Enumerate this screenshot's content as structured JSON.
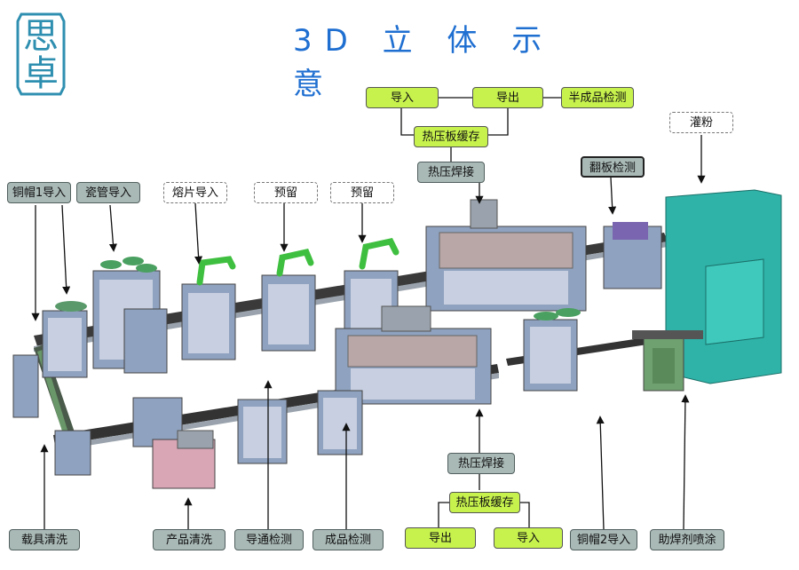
{
  "title": "3D 立 体 示 意",
  "logo": {
    "text": "思卓"
  },
  "labels": {
    "top_import": "导入",
    "top_export": "导出",
    "semi_inspect": "半成品检测",
    "top_buffer": "热压板缓存",
    "top_weld": "热压焊接",
    "flip_inspect": "翻板检测",
    "powder_fill": "灌粉",
    "cap1_import": "铜帽1导入",
    "tube_import": "瓷管导入",
    "fuse_import": "熔片导入",
    "reserve1": "预留",
    "reserve2": "预留",
    "carrier_wash": "载具清洗",
    "product_wash": "产品清洗",
    "continuity_inspect": "导通检测",
    "final_inspect": "成品检测",
    "bottom_weld": "热压焊接",
    "bottom_buffer": "热压板缓存",
    "bottom_export": "导出",
    "bottom_import": "导入",
    "cap2_import": "铜帽2导入",
    "flux_spray": "助焊剂喷涂"
  },
  "colors": {
    "title": "#1f6fd1",
    "gray_tag": "#a9b9b6",
    "lime_tag": "#c7f24d",
    "machine_frame": "#8fa2bf",
    "machine_panel": "#c7cfe0",
    "conveyor": "#2b2b2b",
    "robot": "#3fbf3f",
    "hopper": "#5a9a6a",
    "powder_unit": "#2fb3a8"
  }
}
